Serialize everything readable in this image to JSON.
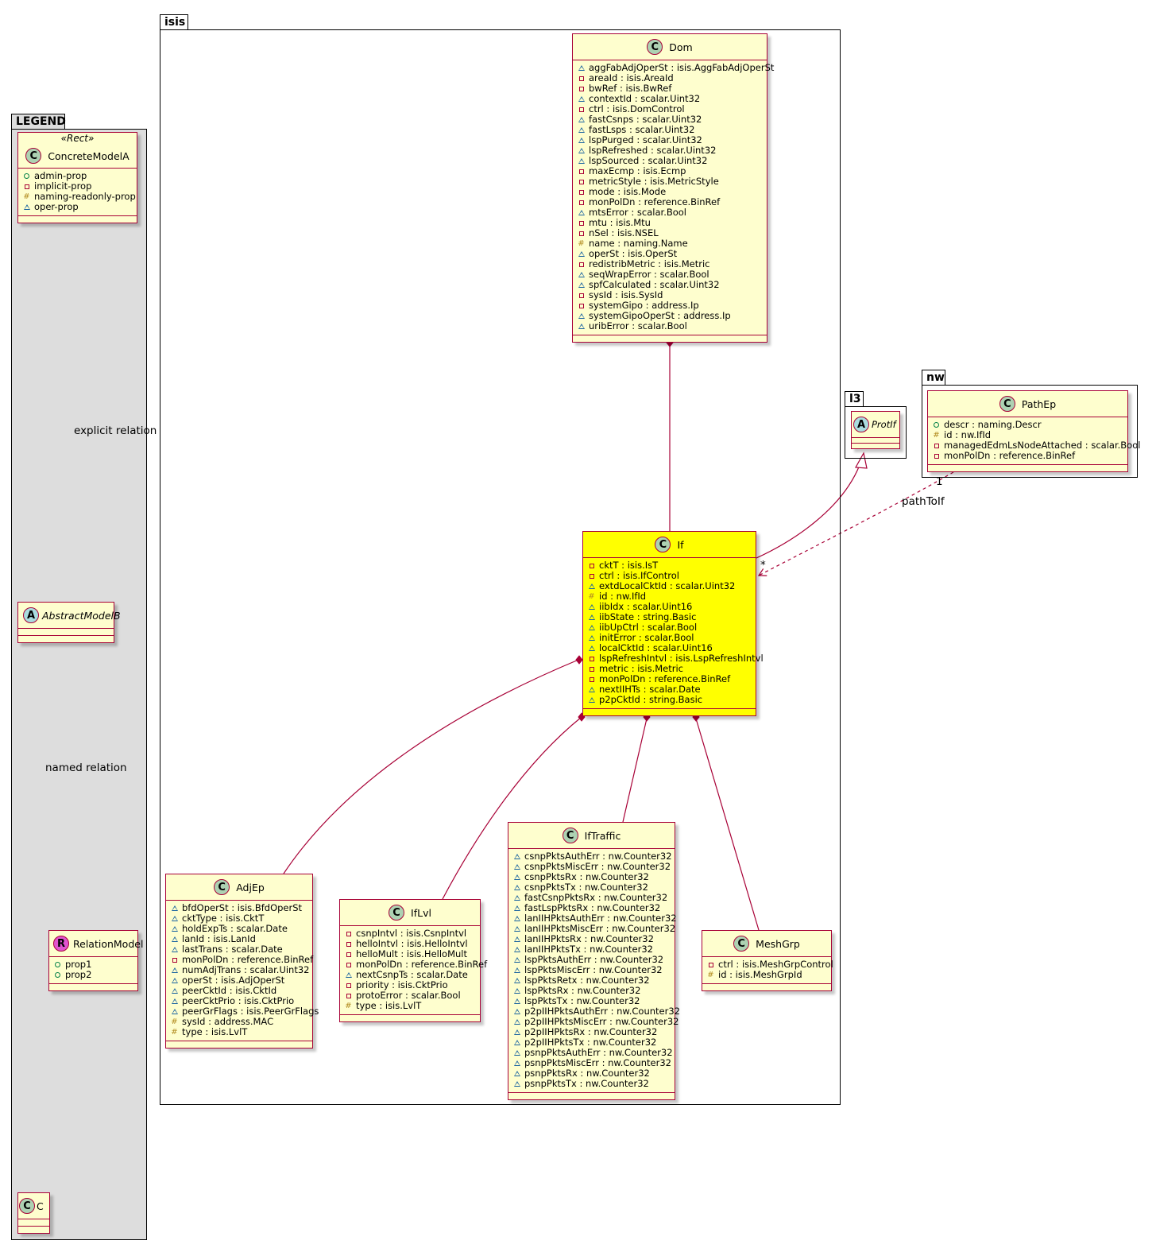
{
  "packages": {
    "legend": "LEGEND",
    "isis": "isis",
    "l3": "l3",
    "nw": "nw"
  },
  "legend": {
    "stereotype": "«Rect»",
    "concrete": {
      "name": "ConcreteModelA",
      "attrs": [
        {
          "vis": "public",
          "text": "admin-prop"
        },
        {
          "vis": "private",
          "text": "implicit-prop"
        },
        {
          "vis": "protected",
          "text": "naming-readonly-prop"
        },
        {
          "vis": "package",
          "text": "oper-prop"
        }
      ]
    },
    "abstract_name": "AbstractModelB",
    "relation": {
      "name": "RelationModel",
      "attrs": [
        {
          "vis": "public",
          "text": "prop1"
        },
        {
          "vis": "public",
          "text": "prop2"
        }
      ]
    },
    "c_name": "C",
    "explicit_relation": "explicit relation",
    "named_relation": "named relation"
  },
  "classes": {
    "dom": {
      "name": "Dom",
      "attrs": [
        {
          "vis": "package",
          "text": "aggFabAdjOperSt : isis.AggFabAdjOperSt"
        },
        {
          "vis": "private",
          "text": "areaId : isis.AreaId"
        },
        {
          "vis": "private",
          "text": "bwRef : isis.BwRef"
        },
        {
          "vis": "package",
          "text": "contextId : scalar.Uint32"
        },
        {
          "vis": "private",
          "text": "ctrl : isis.DomControl"
        },
        {
          "vis": "package",
          "text": "fastCsnps : scalar.Uint32"
        },
        {
          "vis": "package",
          "text": "fastLsps : scalar.Uint32"
        },
        {
          "vis": "package",
          "text": "lspPurged : scalar.Uint32"
        },
        {
          "vis": "package",
          "text": "lspRefreshed : scalar.Uint32"
        },
        {
          "vis": "package",
          "text": "lspSourced : scalar.Uint32"
        },
        {
          "vis": "private",
          "text": "maxEcmp : isis.Ecmp"
        },
        {
          "vis": "private",
          "text": "metricStyle : isis.MetricStyle"
        },
        {
          "vis": "private",
          "text": "mode : isis.Mode"
        },
        {
          "vis": "private",
          "text": "monPolDn : reference.BinRef"
        },
        {
          "vis": "package",
          "text": "mtsError : scalar.Bool"
        },
        {
          "vis": "private",
          "text": "mtu : isis.Mtu"
        },
        {
          "vis": "private",
          "text": "nSel : isis.NSEL"
        },
        {
          "vis": "protected",
          "text": "name : naming.Name"
        },
        {
          "vis": "package",
          "text": "operSt : isis.OperSt"
        },
        {
          "vis": "private",
          "text": "redistribMetric : isis.Metric"
        },
        {
          "vis": "package",
          "text": "seqWrapError : scalar.Bool"
        },
        {
          "vis": "package",
          "text": "spfCalculated : scalar.Uint32"
        },
        {
          "vis": "private",
          "text": "sysId : isis.SysId"
        },
        {
          "vis": "private",
          "text": "systemGipo : address.Ip"
        },
        {
          "vis": "package",
          "text": "systemGipoOperSt : address.Ip"
        },
        {
          "vis": "package",
          "text": "uribError : scalar.Bool"
        }
      ]
    },
    "if": {
      "name": "If",
      "highlight_color": "#ffff00",
      "attrs": [
        {
          "vis": "private",
          "text": "cktT : isis.IsT"
        },
        {
          "vis": "private",
          "text": "ctrl : isis.IfControl"
        },
        {
          "vis": "package",
          "text": "extdLocalCktId : scalar.Uint32"
        },
        {
          "vis": "protected",
          "text": "id : nw.IfId"
        },
        {
          "vis": "package",
          "text": "iibIdx : scalar.Uint16"
        },
        {
          "vis": "package",
          "text": "iibState : string.Basic"
        },
        {
          "vis": "package",
          "text": "iibUpCtrl : scalar.Bool"
        },
        {
          "vis": "package",
          "text": "initError : scalar.Bool"
        },
        {
          "vis": "package",
          "text": "localCktId : scalar.Uint16"
        },
        {
          "vis": "private",
          "text": "lspRefreshIntvl : isis.LspRefreshIntvl"
        },
        {
          "vis": "private",
          "text": "metric : isis.Metric"
        },
        {
          "vis": "private",
          "text": "monPolDn : reference.BinRef"
        },
        {
          "vis": "package",
          "text": "nextIIHTs : scalar.Date"
        },
        {
          "vis": "package",
          "text": "p2pCktId : string.Basic"
        }
      ]
    },
    "adjep": {
      "name": "AdjEp",
      "attrs": [
        {
          "vis": "package",
          "text": "bfdOperSt : isis.BfdOperSt"
        },
        {
          "vis": "package",
          "text": "cktType : isis.CktT"
        },
        {
          "vis": "package",
          "text": "holdExpTs : scalar.Date"
        },
        {
          "vis": "package",
          "text": "lanId : isis.LanId"
        },
        {
          "vis": "package",
          "text": "lastTrans : scalar.Date"
        },
        {
          "vis": "private",
          "text": "monPolDn : reference.BinRef"
        },
        {
          "vis": "package",
          "text": "numAdjTrans : scalar.Uint32"
        },
        {
          "vis": "package",
          "text": "operSt : isis.AdjOperSt"
        },
        {
          "vis": "package",
          "text": "peerCktId : isis.CktId"
        },
        {
          "vis": "package",
          "text": "peerCktPrio : isis.CktPrio"
        },
        {
          "vis": "package",
          "text": "peerGrFlags : isis.PeerGrFlags"
        },
        {
          "vis": "protected",
          "text": "sysId : address.MAC"
        },
        {
          "vis": "protected",
          "text": "type : isis.LvlT"
        }
      ]
    },
    "iflvl": {
      "name": "IfLvl",
      "attrs": [
        {
          "vis": "private",
          "text": "csnpIntvl : isis.CsnpIntvl"
        },
        {
          "vis": "private",
          "text": "helloIntvl : isis.HelloIntvl"
        },
        {
          "vis": "private",
          "text": "helloMult : isis.HelloMult"
        },
        {
          "vis": "private",
          "text": "monPolDn : reference.BinRef"
        },
        {
          "vis": "package",
          "text": "nextCsnpTs : scalar.Date"
        },
        {
          "vis": "private",
          "text": "priority : isis.CktPrio"
        },
        {
          "vis": "private",
          "text": "protoError : scalar.Bool"
        },
        {
          "vis": "protected",
          "text": "type : isis.LvlT"
        }
      ]
    },
    "iftraffic": {
      "name": "IfTraffic",
      "attrs": [
        {
          "vis": "package",
          "text": "csnpPktsAuthErr : nw.Counter32"
        },
        {
          "vis": "package",
          "text": "csnpPktsMiscErr : nw.Counter32"
        },
        {
          "vis": "package",
          "text": "csnpPktsRx : nw.Counter32"
        },
        {
          "vis": "package",
          "text": "csnpPktsTx : nw.Counter32"
        },
        {
          "vis": "package",
          "text": "fastCsnpPktsRx : nw.Counter32"
        },
        {
          "vis": "package",
          "text": "fastLspPktsRx : nw.Counter32"
        },
        {
          "vis": "package",
          "text": "lanIIHPktsAuthErr : nw.Counter32"
        },
        {
          "vis": "package",
          "text": "lanIIHPktsMiscErr : nw.Counter32"
        },
        {
          "vis": "package",
          "text": "lanIIHPktsRx : nw.Counter32"
        },
        {
          "vis": "package",
          "text": "lanIIHPktsTx : nw.Counter32"
        },
        {
          "vis": "package",
          "text": "lspPktsAuthErr : nw.Counter32"
        },
        {
          "vis": "package",
          "text": "lspPktsMiscErr : nw.Counter32"
        },
        {
          "vis": "package",
          "text": "lspPktsRetx : nw.Counter32"
        },
        {
          "vis": "package",
          "text": "lspPktsRx : nw.Counter32"
        },
        {
          "vis": "package",
          "text": "lspPktsTx : nw.Counter32"
        },
        {
          "vis": "package",
          "text": "p2pIIHPktsAuthErr : nw.Counter32"
        },
        {
          "vis": "package",
          "text": "p2pIIHPktsMiscErr : nw.Counter32"
        },
        {
          "vis": "package",
          "text": "p2pIIHPktsRx : nw.Counter32"
        },
        {
          "vis": "package",
          "text": "p2pIIHPktsTx : nw.Counter32"
        },
        {
          "vis": "package",
          "text": "psnpPktsAuthErr : nw.Counter32"
        },
        {
          "vis": "package",
          "text": "psnpPktsMiscErr : nw.Counter32"
        },
        {
          "vis": "package",
          "text": "psnpPktsRx : nw.Counter32"
        },
        {
          "vis": "package",
          "text": "psnpPktsTx : nw.Counter32"
        }
      ]
    },
    "meshgrp": {
      "name": "MeshGrp",
      "attrs": [
        {
          "vis": "private",
          "text": "ctrl : isis.MeshGrpControl"
        },
        {
          "vis": "protected",
          "text": "id : isis.MeshGrpId"
        }
      ]
    },
    "protif": {
      "name": "ProtIf"
    },
    "pathep": {
      "name": "PathEp",
      "attrs": [
        {
          "vis": "public",
          "text": "descr : naming.Descr"
        },
        {
          "vis": "protected",
          "text": "id : nw.IfId"
        },
        {
          "vis": "private",
          "text": "managedEdmLsNodeAttached : scalar.Bool"
        },
        {
          "vis": "private",
          "text": "monPolDn : reference.BinRef"
        }
      ]
    }
  },
  "relations": {
    "pathToIf_label": "pathToIf",
    "pathToIf_source_mult": "1",
    "pathToIf_target_mult": "*"
  },
  "badges": {
    "class": "C",
    "abstract": "A",
    "relation": "R"
  },
  "colors": {
    "class_fill": "#fefece",
    "class_border": "#a80036",
    "highlight_fill": "#ffff00",
    "legend_fill": "#dddddd"
  }
}
